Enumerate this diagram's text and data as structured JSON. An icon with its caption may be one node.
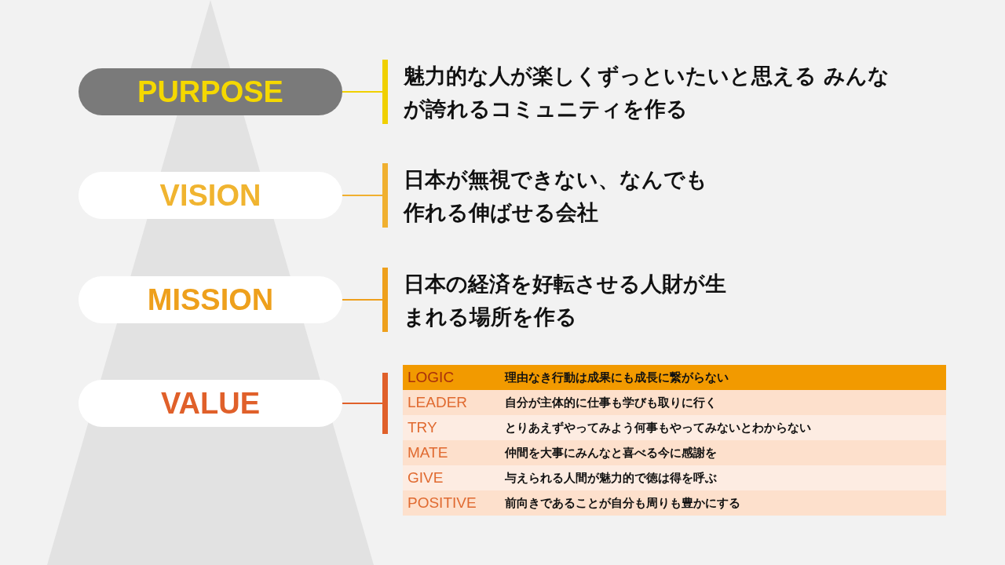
{
  "diagram": {
    "nodes": [
      {
        "text": [
          "PURPOSE"
        ]
      },
      {
        "text": [
          "魅力的な人が楽しくずっといたいと思える みんなが誇れるコミュニティを作る"
        ]
      },
      {
        "text": [
          "VISION"
        ]
      },
      {
        "text": [
          "日本が無視できない、なんでも作れる伸ばせる会社"
        ]
      },
      {
        "text": [
          "MISSION"
        ]
      },
      {
        "text": [
          "日本の経済を好転させる人財が生まれる場所を作る"
        ]
      },
      {
        "text": [
          "VALUE"
        ]
      },
      {
        "text": [],
        "shape": "box"
      },
      {
        "text": [
          "LOGIC",
          "理由なき行動は成果にも成長に繋がらない"
        ],
        "in": 7
      },
      {
        "text": [
          "LEADER",
          "自分が主体的に仕事も学びも取りに行く"
        ],
        "in": 7
      },
      {
        "text": [
          "TRY",
          "とりあえずやってみよう何事もやってみないとわからない"
        ],
        "in": 7
      },
      {
        "text": [
          "MATE",
          "仲間を大事にみんなと喜べる今に感謝を"
        ],
        "in": 7
      },
      {
        "text": [
          "GIVE",
          "与えられる人間が魅力的で徳は得を呼ぶ"
        ],
        "in": 7
      },
      {
        "text": [
          "POSITIVE",
          "前向きであることが自分も周りも豊かにする"
        ],
        "in": 7
      }
    ],
    "edges": [
      {
        "from": 0,
        "to": 1,
        "arrow": "none",
        "color": "#f0d000"
      },
      {
        "from": 2,
        "to": 3,
        "arrow": "none",
        "color": "#f0b030"
      },
      {
        "from": 4,
        "to": 5,
        "arrow": "none",
        "color": "#eea01c"
      },
      {
        "from": 6,
        "to": 7,
        "arrow": "none",
        "color": "#e0602a"
      }
    ]
  }
}
